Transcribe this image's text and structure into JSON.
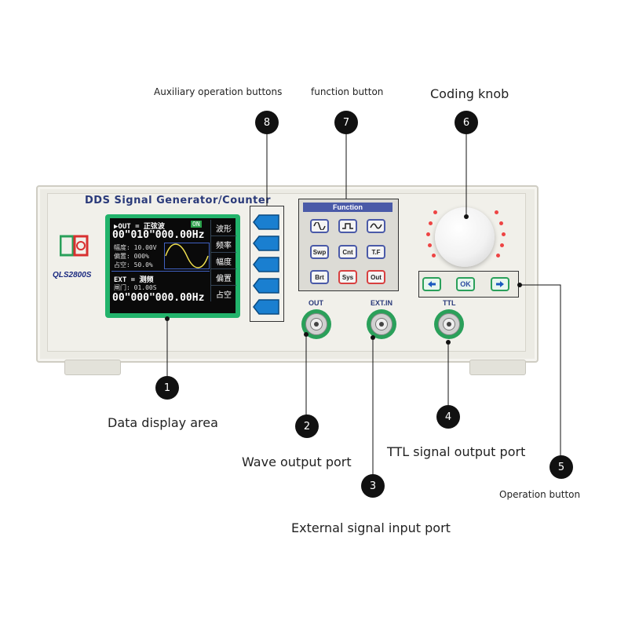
{
  "device": {
    "title": "DDS Signal Generator/Counter",
    "model": "QLS2800S",
    "screen": {
      "out_line": "▶OUT = 正弦波",
      "on_badge": "ON",
      "out_freq": "00\"010\"000.00Hz",
      "amp": "幅度: 10.00V",
      "offset": "偏置: 000%",
      "duty": "占空: 50.0%",
      "ext_line": "EXT = 测频",
      "gate": "闸门: 01.00S",
      "ext_freq": "00\"000\"000.00Hz",
      "menu": [
        "波形",
        "频率",
        "幅度",
        "偏置",
        "占空"
      ]
    },
    "function_panel": {
      "header": "Function",
      "buttons": [
        "Swp",
        "Cnt",
        "T.F",
        "Brt",
        "Sys",
        "Out"
      ]
    },
    "nav_buttons": [
      "OK"
    ],
    "ports": [
      "OUT",
      "EXT.IN",
      "TTL"
    ]
  },
  "callouts": [
    {
      "num": "1",
      "label": "Data display area"
    },
    {
      "num": "2",
      "label": "Wave output port"
    },
    {
      "num": "3",
      "label": "External signal input port"
    },
    {
      "num": "4",
      "label": "TTL signal output port"
    },
    {
      "num": "5",
      "label": "Operation button"
    },
    {
      "num": "6",
      "label": "Coding knob"
    },
    {
      "num": "7",
      "label": "function button"
    },
    {
      "num": "8",
      "label": "Auxiliary operation buttons"
    }
  ],
  "colors": {
    "panel": "#ecebe4",
    "screen_frame": "#22b36b",
    "soft_button": "#1a7fd0",
    "function_header": "#4a5aa8",
    "knob_dots": "#e44444"
  }
}
